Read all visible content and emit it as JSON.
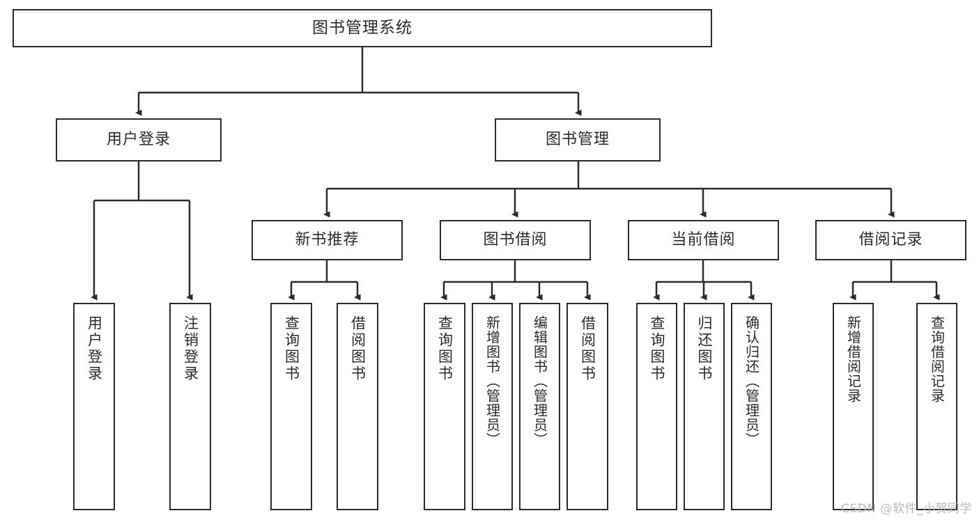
{
  "diagram": {
    "title": "图书管理系统",
    "type": "tree",
    "watermark": "CSDN @软件_小贺同学",
    "stroke_color": "#2b2b2b",
    "fill_color": "#ffffff",
    "nodes": {
      "root": {
        "label": "图书管理系统"
      },
      "level2": [
        {
          "id": "user-login",
          "label": "用户登录"
        },
        {
          "id": "book-manage",
          "label": "图书管理"
        }
      ],
      "level3": [
        {
          "id": "new-book-recommend",
          "label": "新书推荐"
        },
        {
          "id": "book-borrow",
          "label": "图书借阅"
        },
        {
          "id": "current-borrow",
          "label": "当前借阅"
        },
        {
          "id": "borrow-record",
          "label": "借阅记录"
        }
      ],
      "leaves": {
        "user_login": [
          {
            "id": "leaf-user-login",
            "label": "用户登录"
          },
          {
            "id": "leaf-logout-login",
            "label": "注销登录"
          }
        ],
        "new_book_recommend": [
          {
            "id": "leaf-query-book-1",
            "label": "查询图书"
          },
          {
            "id": "leaf-borrow-book-1",
            "label": "借阅图书"
          }
        ],
        "book_borrow": [
          {
            "id": "leaf-query-book-2",
            "label": "查询图书"
          },
          {
            "id": "leaf-add-book",
            "label": "新增图书（管理员）"
          },
          {
            "id": "leaf-edit-book",
            "label": "编辑图书（管理员）"
          },
          {
            "id": "leaf-borrow-book-2",
            "label": "借阅图书"
          }
        ],
        "current_borrow": [
          {
            "id": "leaf-query-book-3",
            "label": "查询图书"
          },
          {
            "id": "leaf-return-book",
            "label": "归还图书"
          },
          {
            "id": "leaf-confirm-return",
            "label": "确认归还（管理员）"
          }
        ],
        "borrow_record": [
          {
            "id": "leaf-add-record",
            "label": "新增借阅记录"
          },
          {
            "id": "leaf-query-record",
            "label": "查询借阅记录"
          }
        ]
      }
    }
  }
}
